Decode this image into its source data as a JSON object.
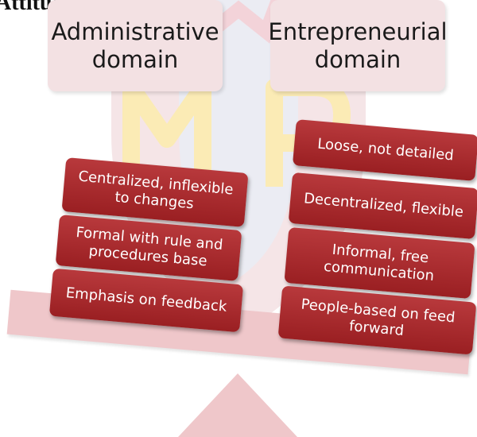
{
  "heading_fragment": "Attitudes",
  "domains": {
    "administrative": {
      "title": "Administrative domain",
      "items": [
        "Centralized, inflexible to changes",
        "Formal with rule and procedures base",
        "Emphasis on feedback"
      ]
    },
    "entrepreneurial": {
      "title": "Entrepreneurial domain",
      "items": [
        "Loose, not detailed",
        "Decentralized, flexible",
        "Informal, free communication",
        "People-based on feed forward"
      ]
    }
  },
  "colors": {
    "card": "#a92b2e",
    "domain_box": "#f3e1e3",
    "beam": "#efc7ca",
    "watermark_red": "#f2dcdf",
    "watermark_gold": "#fbebb5"
  }
}
